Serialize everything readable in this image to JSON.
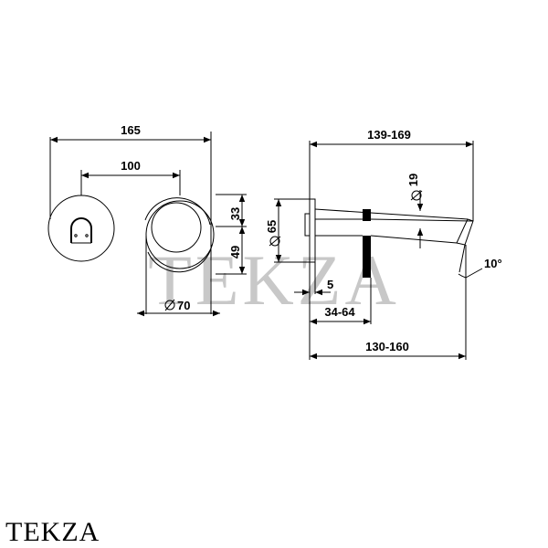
{
  "watermark": "TEKZA",
  "brand_label": "TEKZA",
  "dimensions": {
    "d165": "165",
    "d100": "100",
    "d33": "33",
    "d49": "49",
    "d70": "70",
    "d139_169": "139-169",
    "d65": "65",
    "d19": "19",
    "d5": "5",
    "d34_64": "34-64",
    "d130_160": "130-160",
    "d10": "10°"
  }
}
